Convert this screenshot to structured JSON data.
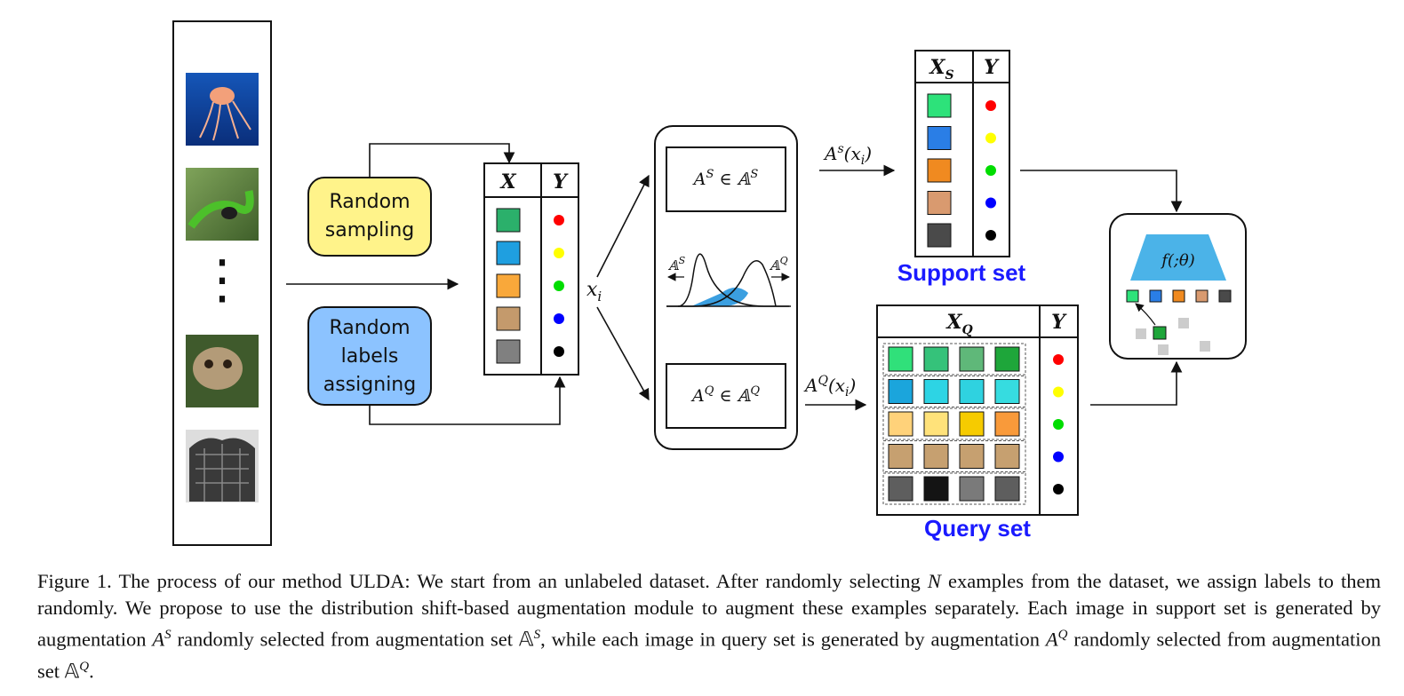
{
  "figure": {
    "random_sampling": [
      "Random",
      "sampling"
    ],
    "random_labels": [
      "Random",
      "labels",
      "assigning"
    ],
    "table_header_x": "X",
    "table_header_y": "Y",
    "xi_label": "x",
    "xi_sub": "i",
    "aug_top": "A^S ∈ 𝔸^S",
    "aug_bottom": "A^Q ∈ 𝔸^Q",
    "dist_left": "𝔸^S",
    "dist_right": "𝔸^Q",
    "arrow_top_label": "A^s(x_i)",
    "arrow_bottom_label": "A^Q(x_i)",
    "support_header_x": "X_S",
    "support_header_y": "Y",
    "query_header_x": "X_Q",
    "query_header_y": "Y",
    "support_set_title": "Support set",
    "query_set_title": "Query set",
    "model_label": "f(;θ)",
    "dots": "⋮",
    "colors": {
      "label_dots": [
        "#ff0000",
        "#ffff00",
        "#00dd00",
        "#0000ff",
        "#000000"
      ],
      "first_table": [
        "#2bb06b",
        "#1f9fe0",
        "#f9a83a",
        "#c49a6c",
        "#808080"
      ],
      "support_table": [
        "#2de27a",
        "#2a7ee6",
        "#f08a20",
        "#d99a6f",
        "#4a4a4a"
      ],
      "query_rows": [
        [
          "#30e07a",
          "#35c27a",
          "#5fb879",
          "#1ea63a"
        ],
        [
          "#1ba5dc",
          "#2dd4e4",
          "#2fd2e0",
          "#36dce0"
        ],
        [
          "#ffd27a",
          "#ffe27a",
          "#f6cb00",
          "#f99a3a"
        ],
        [
          "#c6a070",
          "#c6a070",
          "#c6a070",
          "#c6a070"
        ],
        [
          "#5e5e5e",
          "#141414",
          "#7a7a7a",
          "#5e5e5e"
        ]
      ],
      "model_squares": [
        "#2de27a",
        "#2a7ee6",
        "#f08a20",
        "#d99a6f",
        "#4a4a4a"
      ],
      "yellow_box": "#fff38a",
      "blue_box": "#8cc3ff",
      "trapezoid": "#4bb3e8",
      "overlap": "#3b9fe0"
    }
  },
  "caption": {
    "prefix": "Figure 1. The process of our method ULDA: We start from an unlabeled dataset. After randomly selecting ",
    "n": "N",
    "mid1": " examples from the dataset, we assign labels to them randomly. We propose to use the distribution shift-based augmentation module to augment these examples separately. Each image in support set is generated by augmentation ",
    "as": "A",
    "as_sup": "S",
    "mid2": " randomly selected from augmentation set ",
    "setS": "𝔸",
    "setS_sup": "S",
    "mid3": ", while each image in query set is generated by augmentation ",
    "aq": "A",
    "aq_sup": "Q",
    "mid4": " randomly selected from augmentation set ",
    "setQ": "𝔸",
    "setQ_sup": "Q",
    "end": "."
  }
}
